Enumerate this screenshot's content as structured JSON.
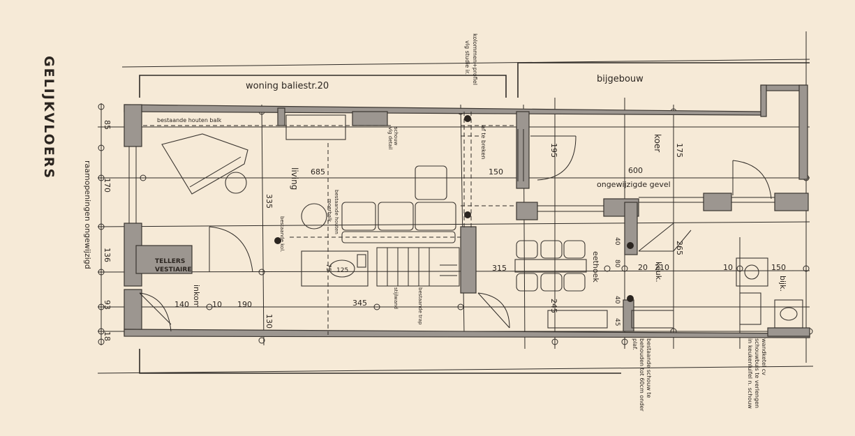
{
  "title": "GELIJKVLOERS",
  "colors": {
    "paper": "#f6ead7",
    "ink": "#2b2520",
    "wall": "#9c9690"
  },
  "labels": {
    "neighbour_house": "woning baliestr.20",
    "annex": "bijgebouw",
    "existing_beam": "bestaande houten balk",
    "chimney_detail_1": "schouw",
    "chimney_detail_2": "vlg detail",
    "columns_1": "kolommen+profiel",
    "columns_2": "vlg studie ir.",
    "to_break_1": "af te breken",
    "to_break_2": "",
    "living": "living",
    "yard": "koer",
    "facade_unchanged": "ongewijzigde gevel",
    "existing_wood_1": "bestaande houten",
    "existing_wood_2": "moerbalk",
    "existing_column": "bestaande kol.",
    "window_openings": "raamopeningen ongewijzigd",
    "meters": "TELLERS",
    "cloakroom": "VESTIAIRE",
    "entrance": "inkom",
    "stud_wall": "stijlwand",
    "existing_stair": "bestaande trap",
    "dining_corner": "eethoek",
    "kitchen": "keuk.",
    "pantry": "bijk.",
    "chimney_keep_1": "bestaande schouw te",
    "chimney_keep_2": "behouden tot 60cm onder",
    "chimney_keep_3": "plaf.",
    "boiler_1": "wandketel cv",
    "boiler_2": "schouwbuis te verlengen",
    "boiler_3": "in keukenluifel n. schouw"
  },
  "dimensions": {
    "d685": "685",
    "d150a": "150",
    "d600": "600",
    "d195": "195",
    "d175": "175",
    "d85": "85",
    "d170": "170",
    "d136": "136",
    "d93": "93",
    "d18": "18",
    "d335": "335",
    "d345": "345",
    "d140": "140",
    "d10a": "10",
    "d190": "190",
    "d130": "130",
    "d315": "315",
    "d245": "245",
    "d75": "75",
    "d125": "125",
    "d265": "265",
    "d40a": "40",
    "d80": "80",
    "d20": "20",
    "d210": "210",
    "d40b": "40",
    "d45": "45",
    "d10b": "10",
    "d150b": "150"
  }
}
